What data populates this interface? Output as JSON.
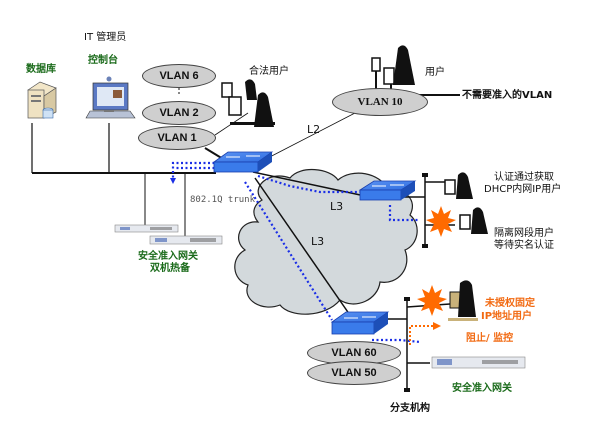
{
  "diagram": {
    "type": "network-topology",
    "colors": {
      "trunk_dotted": "#1a2ee6",
      "switch_blue": "#3a7bea",
      "cloud_gray": "#d3d9dc",
      "vlan_fill": "#cfcfcf",
      "label_green": "#1b6b1b",
      "label_orange": "#f26a12",
      "explosion_orange": "#ff6a00"
    },
    "headquarters": {
      "it_admin_label": "IT 管理员",
      "console_label": "控制台",
      "database_label": "数据库",
      "vlans": [
        "VLAN 6",
        "VLAN 2",
        "VLAN 1"
      ],
      "legit_users_label": "合法用户",
      "trunk_label": "802.1Q trunk",
      "gateway_label_line1": "安全准入网关",
      "gateway_label_line2": "双机热备"
    },
    "no_access_branch": {
      "vlan": "VLAN 10",
      "user_label": "用户",
      "note": "不需要准入的VLAN",
      "link_label": "L2"
    },
    "remote_site": {
      "link_label": "L3",
      "auth_user_line1": "认证通过获取",
      "auth_user_line2": "DHCP内网IP用户",
      "isolated_line1": "隔离网段用户",
      "isolated_line2": "等待实名认证"
    },
    "branch_office": {
      "link_label": "L3",
      "vlans": [
        "VLAN 60",
        "VLAN 50"
      ],
      "unauthorized_line1": "未授权固定",
      "unauthorized_line2": "IP地址用户",
      "block_monitor": "阻止/ 监控",
      "gateway_label": "安全准入网关",
      "site_label": "分支机构"
    },
    "icons": [
      "server-icon",
      "workstation-icon",
      "user-at-computer-icon",
      "switch-icon",
      "cloud-icon",
      "gateway-appliance-icon",
      "explosion-icon"
    ]
  }
}
